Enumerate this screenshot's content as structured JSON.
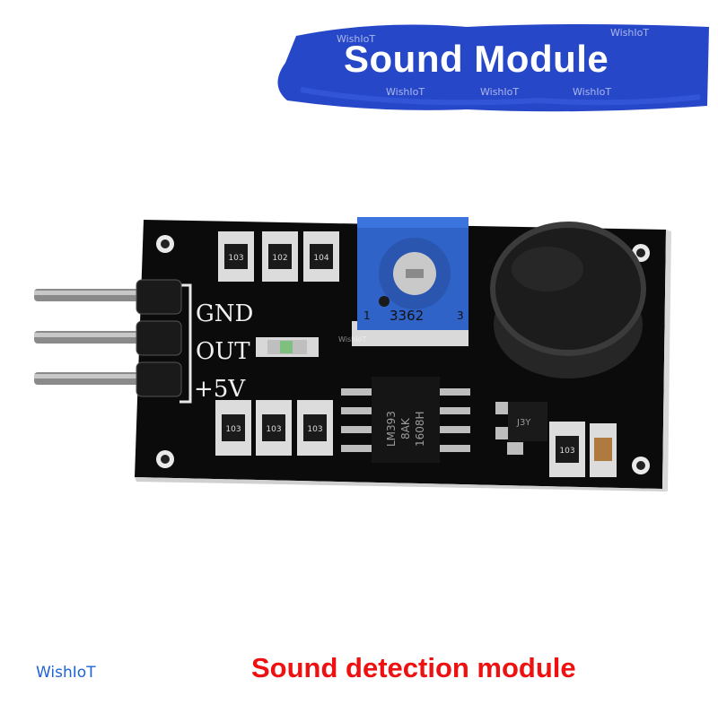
{
  "banner": {
    "title": "Sound Module",
    "color": "#2747c9"
  },
  "caption": {
    "text": "Sound detection module",
    "color": "#ee1111"
  },
  "watermarks": {
    "brand": "WishIoT"
  },
  "board": {
    "pin_labels": [
      "GND",
      "OUT",
      "+5V"
    ],
    "resistors_top": [
      "103",
      "102",
      "104"
    ],
    "resistors_bottom": [
      "103",
      "103",
      "103"
    ],
    "resistor_right": "103",
    "potentiometer": {
      "code": "3362",
      "pin_left": "1",
      "pin_right": "3"
    },
    "chip": {
      "line1": "LM393",
      "line2": "8AK",
      "line3": "1608H"
    },
    "transistor": "J3Y"
  }
}
